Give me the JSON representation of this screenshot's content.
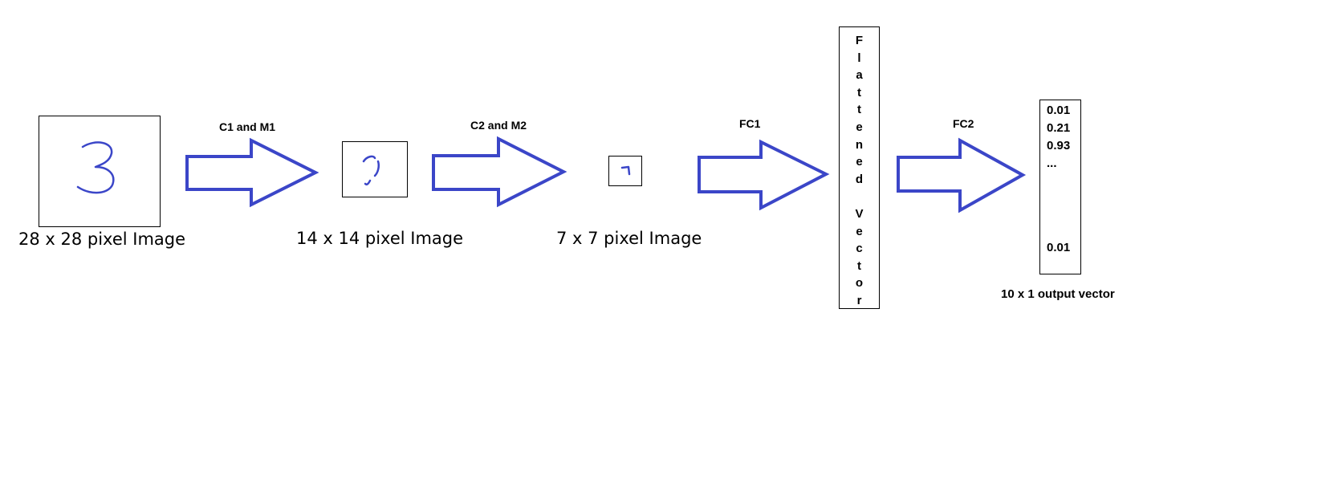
{
  "stages": {
    "input": {
      "caption": "28 x 28 pixel Image"
    },
    "pool1": {
      "caption": "14 x 14 pixel Image"
    },
    "pool2": {
      "caption": "7 x 7 pixel Image"
    }
  },
  "arrows": {
    "a1": {
      "label": "C1 and M1"
    },
    "a2": {
      "label": "C2 and M2"
    },
    "a3": {
      "label": "FC1"
    },
    "a4": {
      "label": "FC2"
    }
  },
  "flattened": {
    "letters": [
      "F",
      "l",
      "a",
      "t",
      "t",
      "e",
      "n",
      "e",
      "d",
      "",
      "V",
      "e",
      "c",
      "t",
      "o",
      "r"
    ]
  },
  "output": {
    "values": [
      "0.01",
      "0.21",
      "0.93",
      "..."
    ],
    "last_value": "0.01",
    "caption": "10 x 1 output vector"
  },
  "colors": {
    "arrow_stroke": "#3b46c8",
    "digit_stroke": "#3b46c8"
  }
}
